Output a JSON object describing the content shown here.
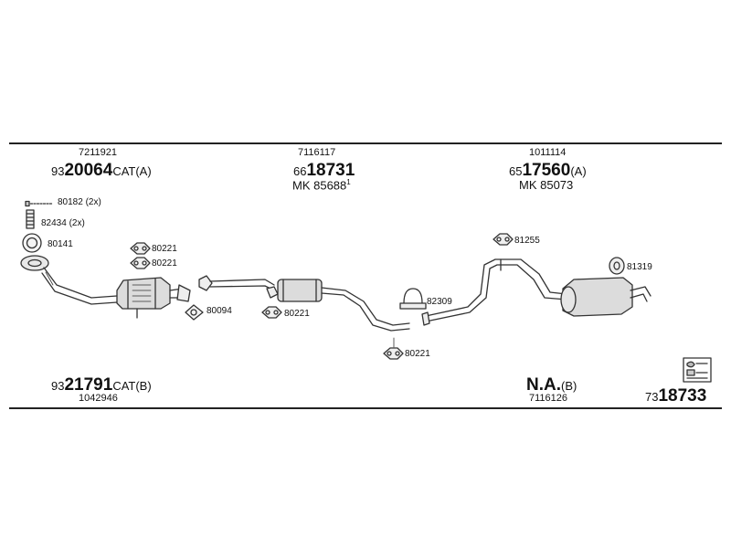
{
  "groups": {
    "g1": {
      "ref": "7211921",
      "prefix": "93",
      "num": "20064",
      "suffix": "CAT(A)"
    },
    "g2": {
      "ref": "7116117",
      "prefix": "66",
      "num": "18731",
      "mk": "MK 85688",
      "mk_sup": "1"
    },
    "g3": {
      "ref": "1011114",
      "prefix": "65",
      "num": "17560",
      "suffix": "(A)",
      "mk": "MK 85073"
    },
    "g4": {
      "prefix": "93",
      "num": "21791",
      "suffix": "CAT(B)",
      "ref": "1042946"
    },
    "g5": {
      "num": "N.A.",
      "suffix": "(B)",
      "ref": "7116126"
    },
    "g6": {
      "prefix": "73",
      "num": "18733"
    }
  },
  "labels": {
    "p80182": "80182 (2x)",
    "p82434": "82434 (2x)",
    "p80141": "80141",
    "p80221a": "80221",
    "p80221b": "80221",
    "p80094": "80094",
    "p80221c": "80221",
    "p82309": "82309",
    "p80221d": "80221",
    "p81255": "81255",
    "p81319": "81319"
  }
}
